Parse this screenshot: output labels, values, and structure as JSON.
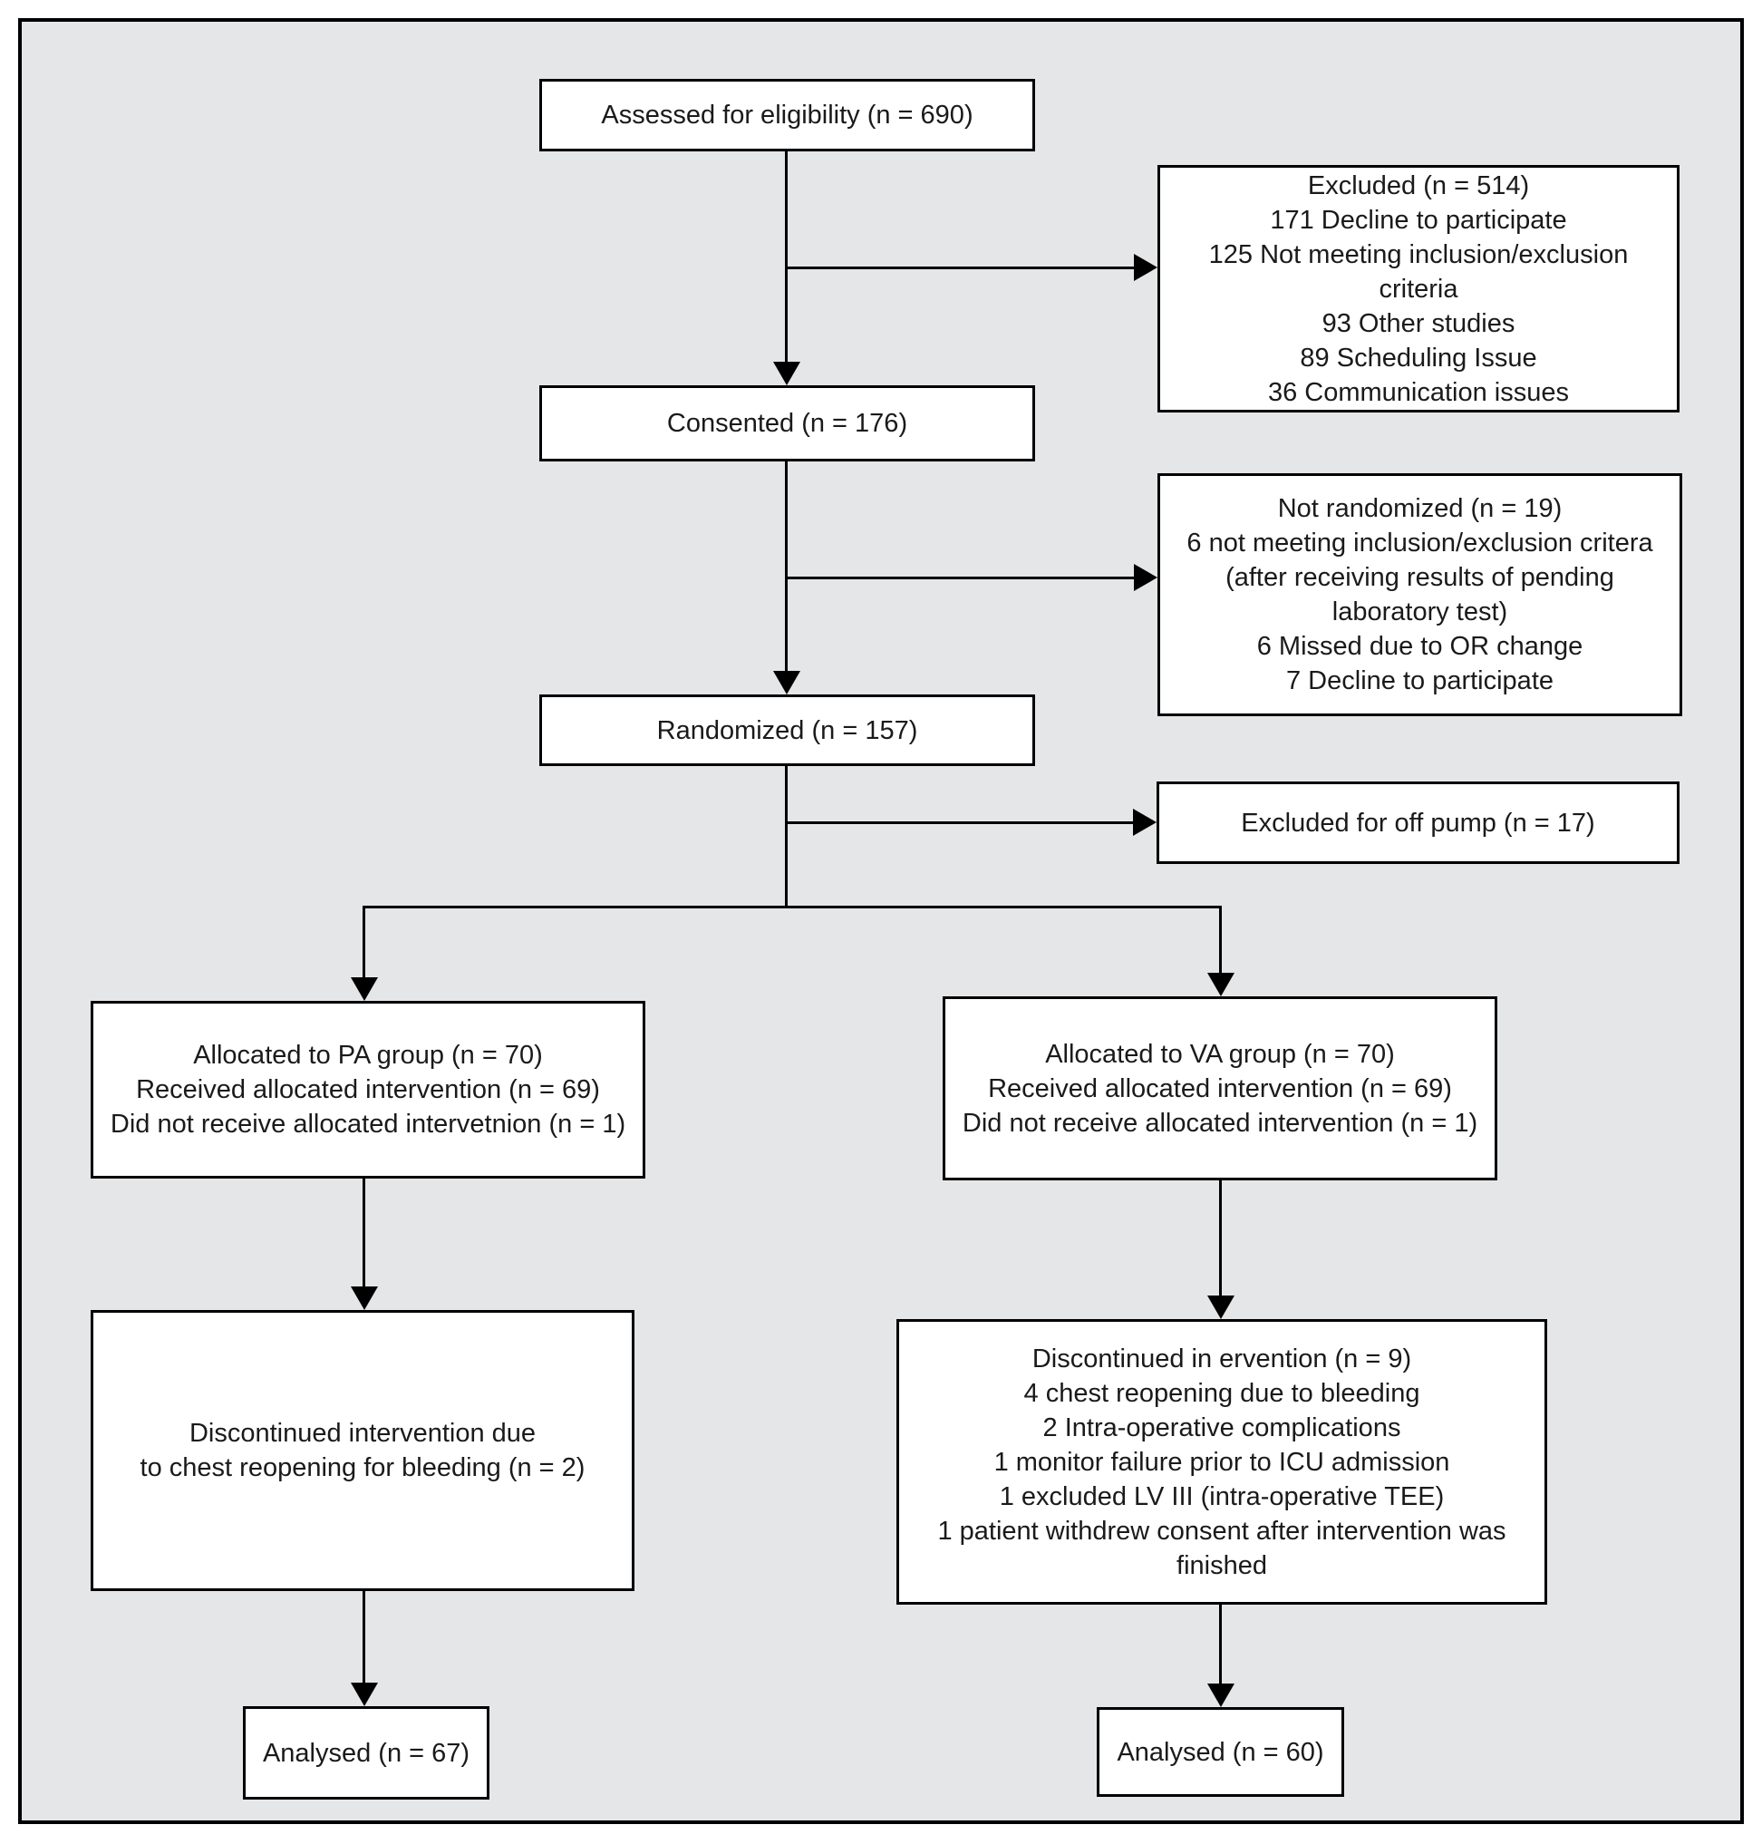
{
  "colors": {
    "page_background": "#ffffff",
    "frame_background": "#e5e6e7",
    "frame_border": "#000000",
    "box_fill": "#ffffff",
    "box_border": "#000000",
    "text": "#1a1a1a"
  },
  "boxes": {
    "assessed": {
      "lines": [
        "Assessed for eligibility (n = 690)"
      ]
    },
    "excluded": {
      "lines": [
        "Excluded (n = 514)",
        "171 Decline to participate",
        "125 Not meeting inclusion/exclusion",
        "criteria",
        "93 Other studies",
        "89 Scheduling Issue",
        "36 Communication issues"
      ]
    },
    "consented": {
      "lines": [
        "Consented (n = 176)"
      ]
    },
    "not_randomized": {
      "lines": [
        "Not randomized (n = 19)",
        "6 not meeting inclusion/exclusion critera",
        "(after receiving results of pending",
        "laboratory test)",
        "6 Missed due to OR change",
        "7 Decline to participate"
      ]
    },
    "randomized": {
      "lines": [
        "Randomized (n = 157)"
      ]
    },
    "off_pump": {
      "lines": [
        "Excluded for off pump (n = 17)"
      ]
    },
    "allocated_pa": {
      "lines": [
        "Allocated to PA group (n = 70)",
        "Received allocated intervention (n = 69)",
        "Did not receive allocated intervetnion (n = 1)"
      ]
    },
    "allocated_va": {
      "lines": [
        "Allocated to VA group (n = 70)",
        "Received allocated intervention (n = 69)",
        "Did not receive allocated intervention (n = 1)"
      ]
    },
    "discontinued_pa": {
      "lines": [
        "Discontinued intervention due",
        "to chest reopening for bleeding (n = 2)"
      ]
    },
    "discontinued_va": {
      "lines": [
        "Discontinued in ervention (n = 9)",
        "4 chest reopening due to bleeding",
        "2 Intra-operative complications",
        "1 monitor failure prior to ICU admission",
        "1 excluded LV III (intra-operative TEE)",
        "1 patient withdrew consent after intervention was",
        "finished"
      ]
    },
    "analysed_pa": {
      "lines": [
        "Analysed (n = 67)"
      ]
    },
    "analysed_va": {
      "lines": [
        "Analysed (n = 60)"
      ]
    }
  }
}
